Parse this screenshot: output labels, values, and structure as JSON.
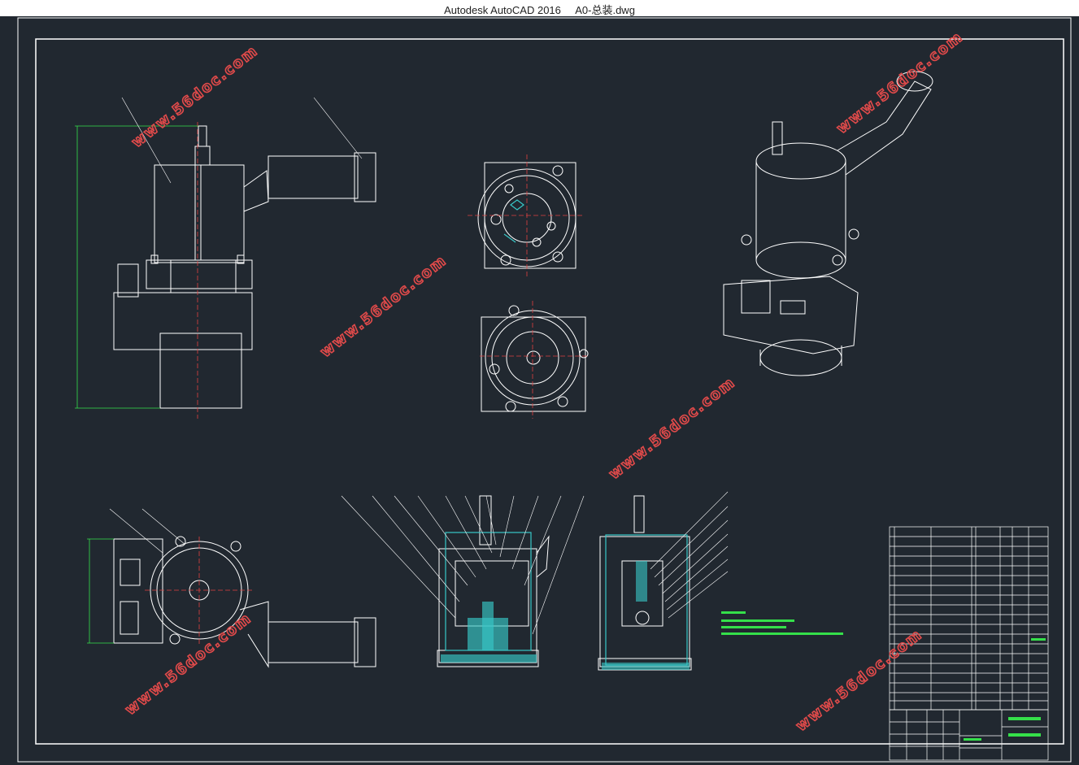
{
  "window": {
    "app_name": "Autodesk AutoCAD 2016",
    "file_name": "A0-总装.dwg"
  },
  "drawing": {
    "watermark_text": "www.56doc.com",
    "colors": {
      "background": "#212830",
      "line": "#ffffff",
      "dimension": "#35e04a",
      "hatch": "#38c8c8",
      "centerline": "#e04040",
      "watermark": "#e04a4a"
    }
  }
}
